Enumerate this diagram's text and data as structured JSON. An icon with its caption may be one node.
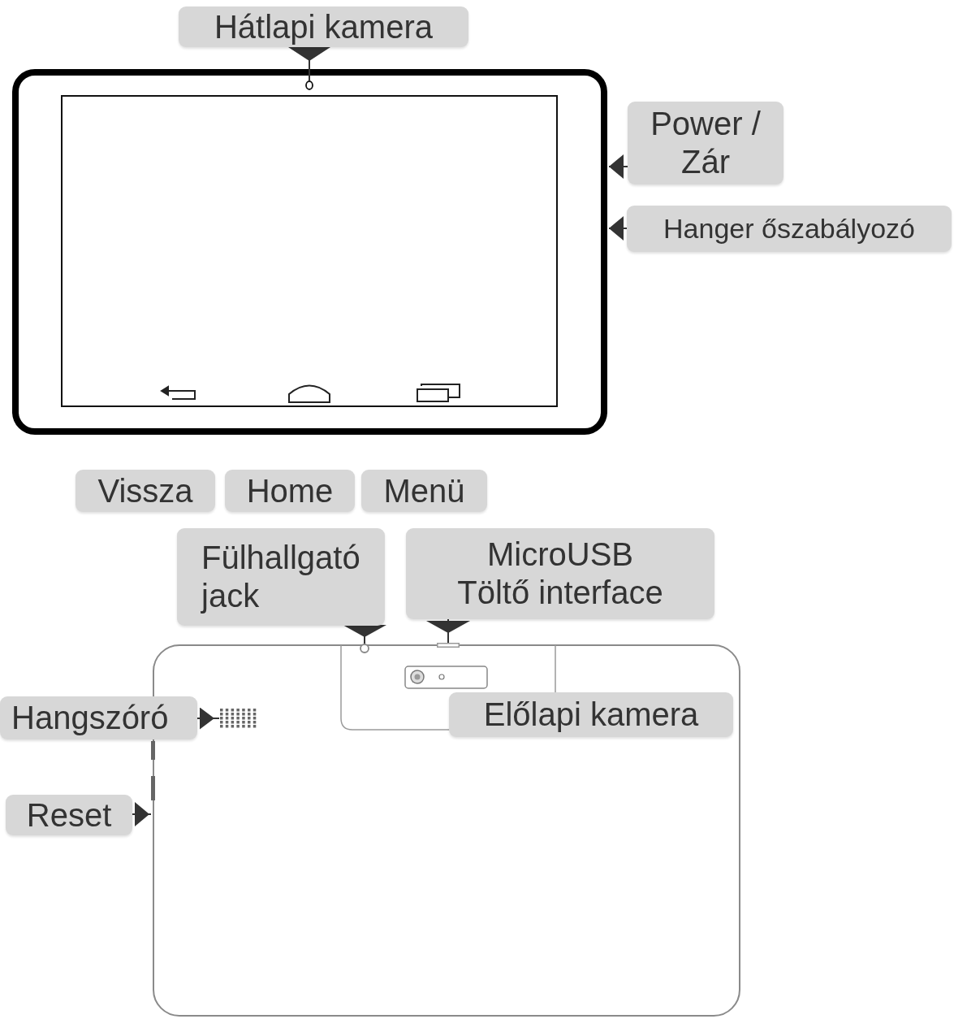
{
  "diagram": {
    "nodes": [
      {
        "text": [
          "Hátlapi kamera"
        ]
      },
      {
        "text": [],
        "shape": "circle"
      },
      {
        "text": [
          "Power / Zár"
        ]
      },
      {
        "text": [
          "Hanger őszabályozó"
        ]
      },
      {
        "text": [
          "Vissza"
        ]
      },
      {
        "text": [
          "Home"
        ]
      },
      {
        "text": [
          "Menü"
        ]
      },
      {
        "text": [
          "Fülhallgató jack"
        ]
      },
      {
        "text": [
          "MicroUSB Töltő interface"
        ]
      },
      {
        "text": [],
        "shape": "circle"
      },
      {
        "text": [],
        "shape": "box"
      },
      {
        "text": [
          "Hangszóró"
        ]
      },
      {
        "text": [],
        "shape": "picture"
      },
      {
        "text": [
          "Előlapi kamera"
        ]
      },
      {
        "text": [
          "Reset"
        ]
      }
    ],
    "edges": [
      {
        "from": 0,
        "to": 1,
        "arrow": "to"
      },
      {
        "from": 2,
        "to": null,
        "arrow": "to"
      },
      {
        "from": 3,
        "to": null,
        "arrow": "to"
      },
      {
        "from": 7,
        "to": 9,
        "arrow": "to"
      },
      {
        "from": 8,
        "to": 10,
        "arrow": "to"
      },
      {
        "from": 11,
        "to": 12,
        "arrow": "to"
      },
      {
        "from": 14,
        "to": null,
        "arrow": "to"
      }
    ]
  }
}
